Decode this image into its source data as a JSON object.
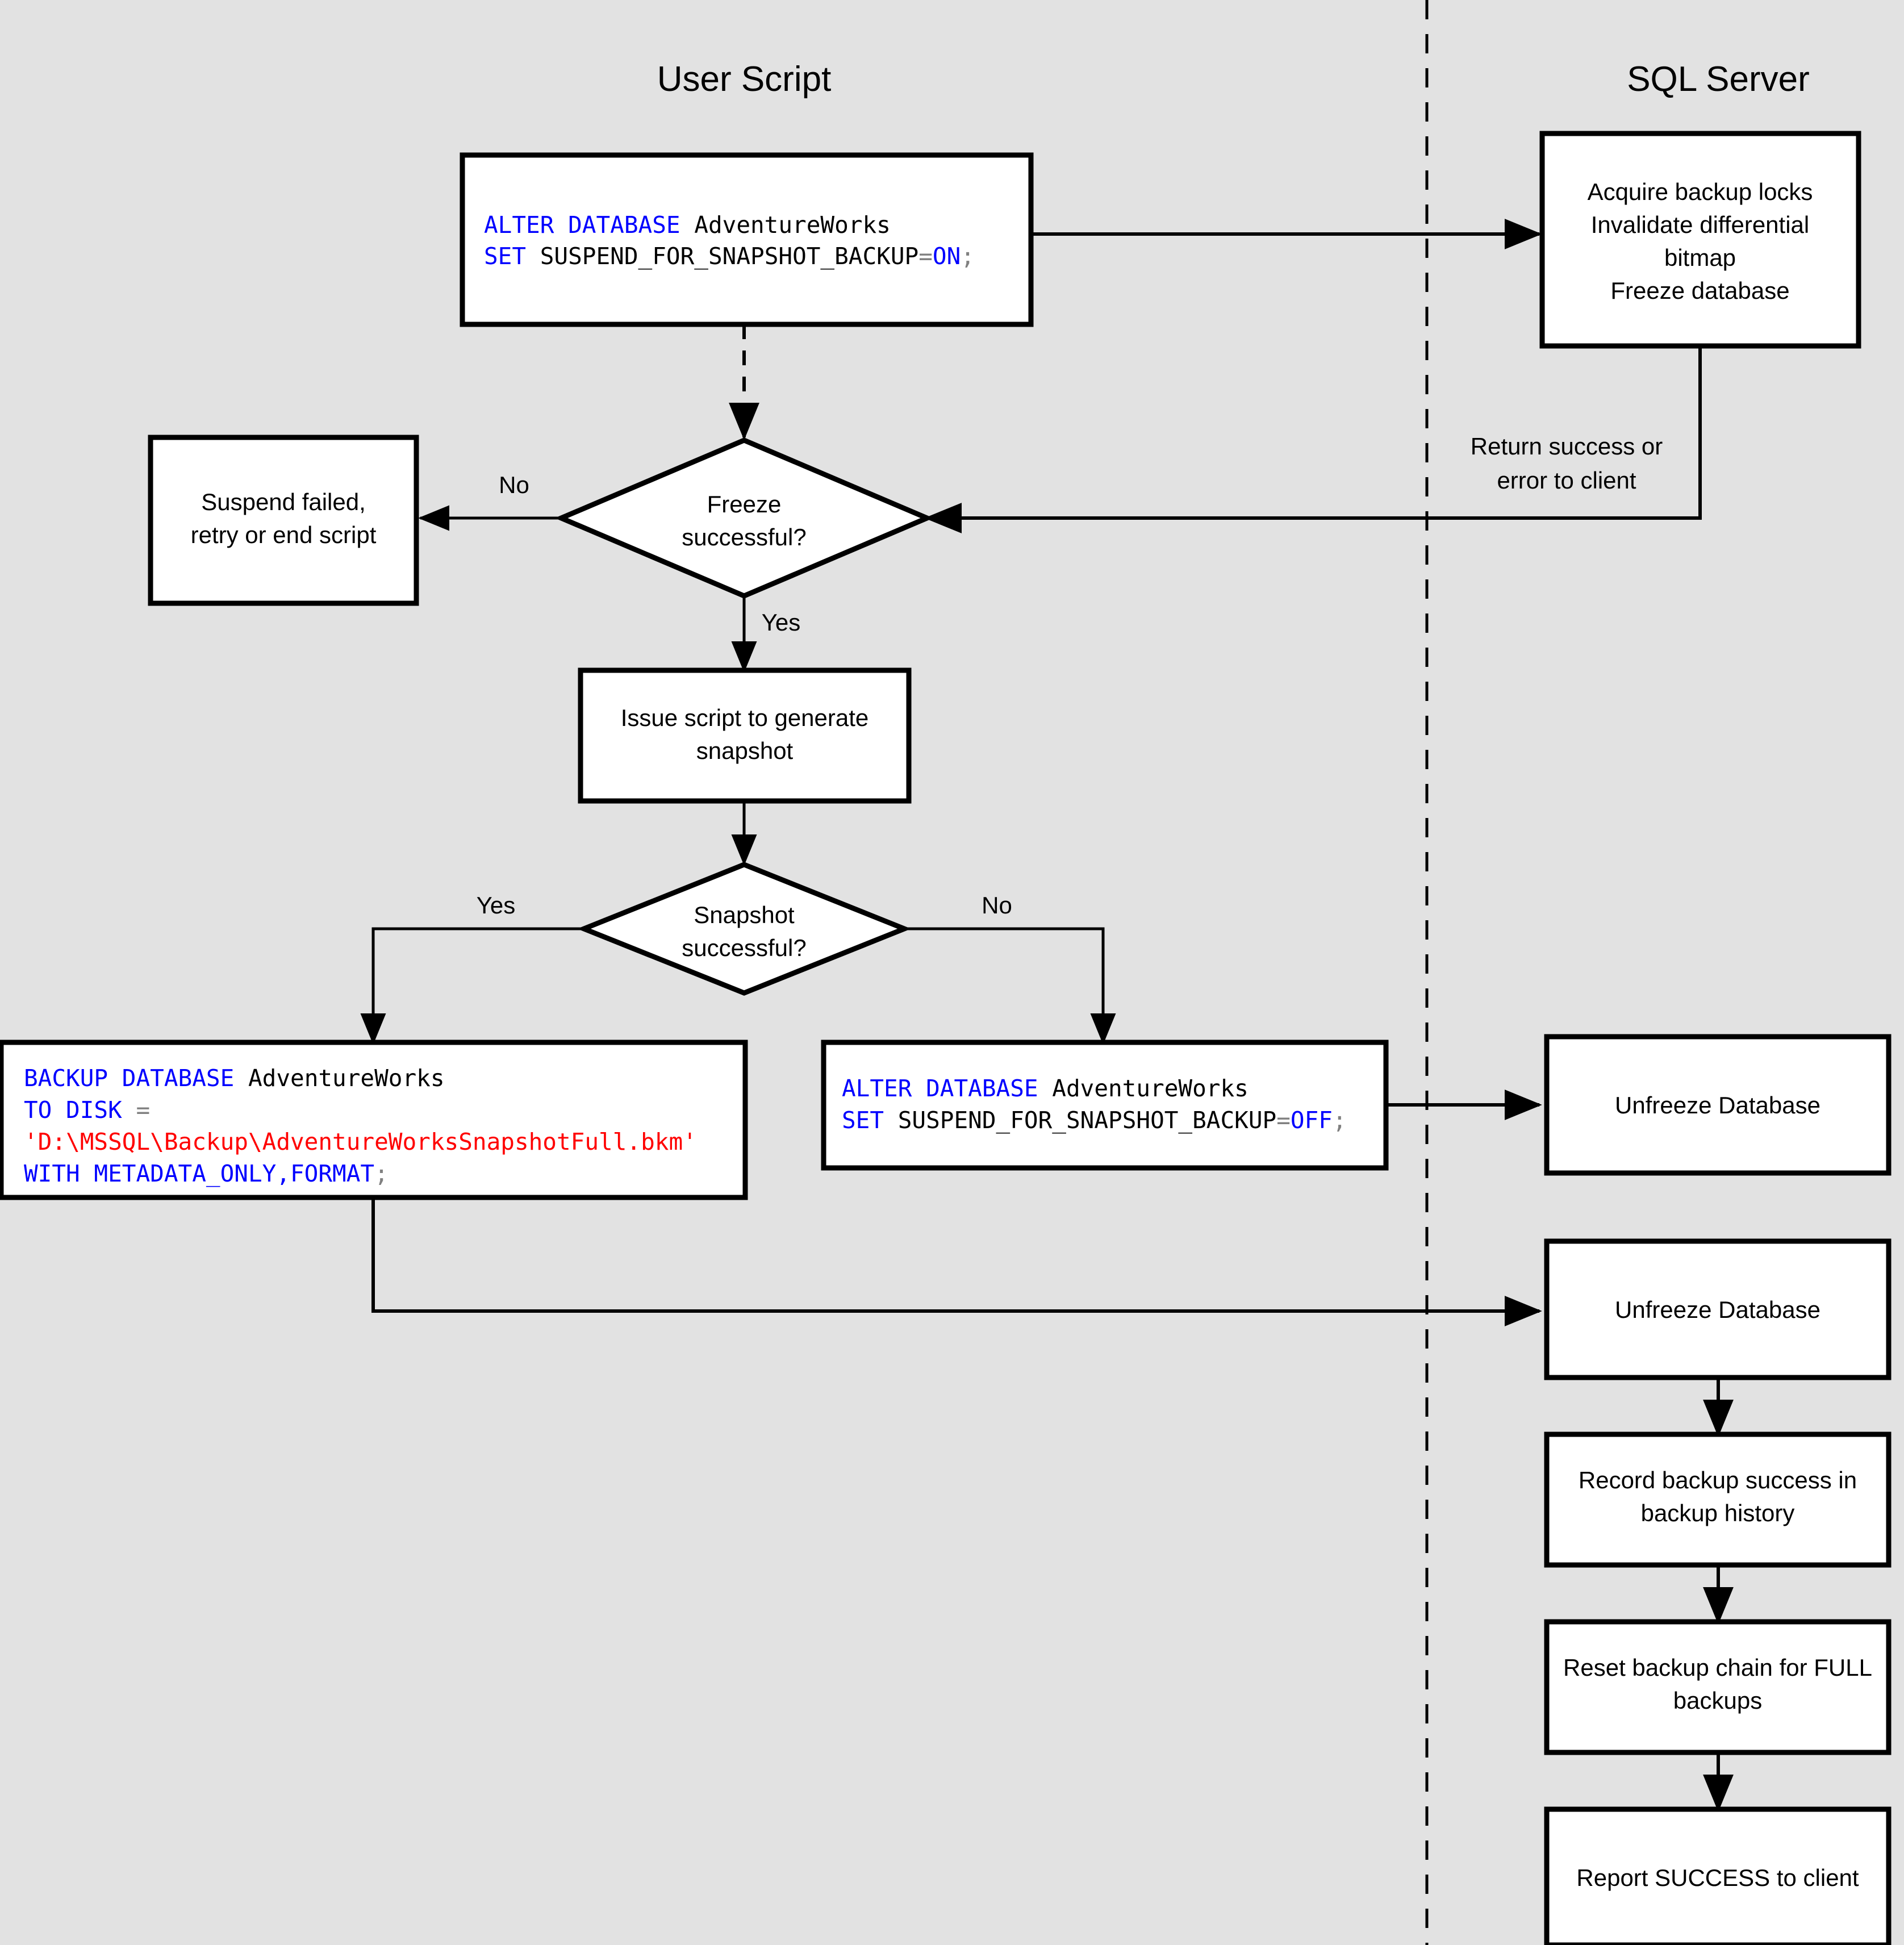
{
  "swimlanes": [
    {
      "id": "user-script",
      "title": "User Script"
    },
    {
      "id": "sql-server",
      "title": "SQL Server"
    }
  ],
  "nodes": {
    "alter_on": {
      "type": "code",
      "lines": [
        [
          {
            "t": "ALTER DATABASE ",
            "c": "kw"
          },
          {
            "t": "AdventureWorks",
            "c": "id"
          }
        ],
        [
          {
            "t": "SET ",
            "c": "kw"
          },
          {
            "t": "SUSPEND_FOR_SNAPSHOT_BACKUP",
            "c": "id"
          },
          {
            "t": "=",
            "c": "op"
          },
          {
            "t": "ON",
            "c": "kw"
          },
          {
            "t": ";",
            "c": "op"
          }
        ]
      ]
    },
    "acquire_locks": {
      "type": "process",
      "lines": [
        "Acquire backup locks",
        "Invalidate differential",
        "bitmap",
        "Freeze database"
      ]
    },
    "suspend_failed": {
      "type": "process",
      "lines": [
        "Suspend failed,",
        "retry or end script"
      ]
    },
    "freeze_successful": {
      "type": "decision",
      "lines": [
        "Freeze",
        "successful?"
      ]
    },
    "issue_script": {
      "type": "process",
      "lines": [
        "Issue script to generate",
        "snapshot"
      ]
    },
    "snapshot_successful": {
      "type": "decision",
      "lines": [
        "Snapshot",
        "successful?"
      ]
    },
    "backup_database": {
      "type": "code",
      "lines": [
        [
          {
            "t": "BACKUP DATABASE ",
            "c": "kw"
          },
          {
            "t": "AdventureWorks",
            "c": "id"
          }
        ],
        [
          {
            "t": "TO DISK ",
            "c": "kw"
          },
          {
            "t": "=",
            "c": "op"
          }
        ],
        [
          {
            "t": "'D:\\MSSQL\\Backup\\AdventureWorksSnapshotFull.bkm'",
            "c": "str"
          }
        ],
        [
          {
            "t": "WITH METADATA_ONLY,FORMAT",
            "c": "kw"
          },
          {
            "t": ";",
            "c": "op"
          }
        ]
      ]
    },
    "alter_off": {
      "type": "code",
      "lines": [
        [
          {
            "t": "ALTER DATABASE ",
            "c": "kw"
          },
          {
            "t": "AdventureWorks",
            "c": "id"
          }
        ],
        [
          {
            "t": "SET ",
            "c": "kw"
          },
          {
            "t": "SUSPEND_FOR_SNAPSHOT_BACKUP",
            "c": "id"
          },
          {
            "t": "=",
            "c": "op"
          },
          {
            "t": "OFF",
            "c": "kw"
          },
          {
            "t": ";",
            "c": "op"
          }
        ]
      ]
    },
    "unfreeze_1": {
      "type": "process",
      "lines": [
        "Unfreeze Database"
      ]
    },
    "unfreeze_2": {
      "type": "process",
      "lines": [
        "Unfreeze Database"
      ]
    },
    "record_backup": {
      "type": "process",
      "lines": [
        "Record backup success in",
        "backup history"
      ]
    },
    "reset_chain": {
      "type": "process",
      "lines": [
        "Reset backup chain for FULL",
        "backups"
      ]
    },
    "report_success": {
      "type": "process",
      "lines": [
        "Report SUCCESS to client"
      ]
    }
  },
  "edge_labels": {
    "freeze_no": "No",
    "freeze_yes": "Yes",
    "snapshot_yes": "Yes",
    "snapshot_no": "No",
    "return_status_line1": "Return success or",
    "return_status_line2": "error to client"
  },
  "colors": {
    "background": "#e2e2e2",
    "node_fill": "#ffffff",
    "stroke": "#000000",
    "keyword": "#0000ff",
    "identifier": "#000000",
    "operator": "#808080",
    "string": "#ff0000"
  }
}
